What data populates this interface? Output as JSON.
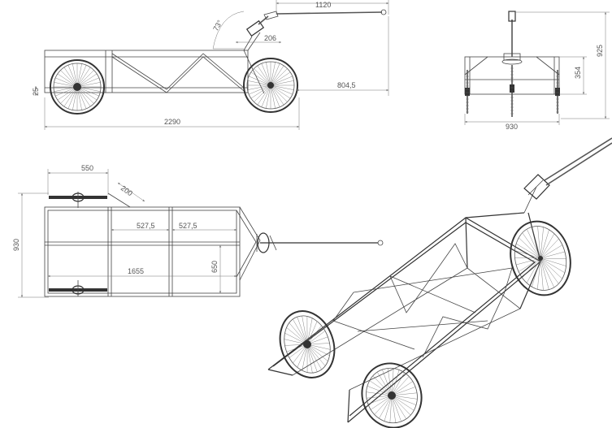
{
  "dimensions": {
    "side_drawbar_length": "1120",
    "side_hitch_angle": "73°",
    "side_drawbar_offset": "206",
    "side_left_height": "25",
    "side_front_overhang": "804,5",
    "side_total_length": "2290",
    "end_height": "925",
    "end_frame_height": "354",
    "end_width": "930",
    "top_rear_section": "550",
    "top_taper": "200",
    "top_width": "930",
    "top_mid_span_a": "527,5",
    "top_mid_span_b": "527,5",
    "top_bed_length": "1655",
    "top_bed_width": "650"
  },
  "colors": {
    "line": "#555555",
    "frame": "#333333",
    "background": "#ffffff"
  }
}
